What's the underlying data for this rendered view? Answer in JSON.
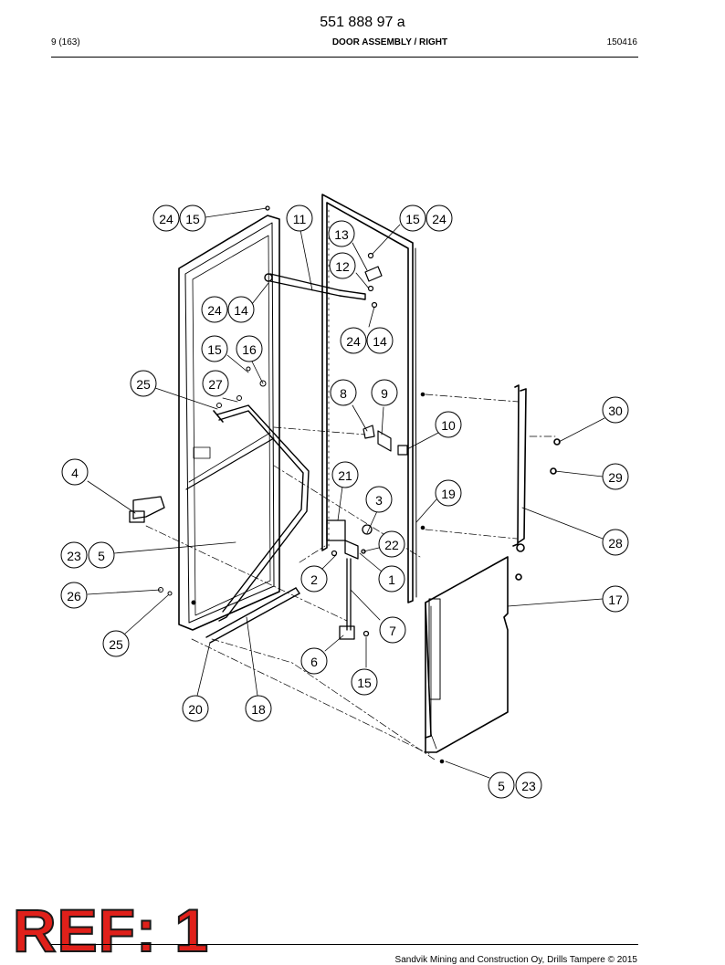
{
  "header": {
    "doc_number": "551 888 97 a",
    "page": "9 (163)",
    "title": "DOOR ASSEMBLY / RIGHT",
    "code": "150416"
  },
  "diagram": {
    "callouts": [
      {
        "id": "c-24a",
        "label": "24"
      },
      {
        "id": "c-15a",
        "label": "15"
      },
      {
        "id": "c-11",
        "label": "11"
      },
      {
        "id": "c-15b",
        "label": "15"
      },
      {
        "id": "c-24b",
        "label": "24"
      },
      {
        "id": "c-13",
        "label": "13"
      },
      {
        "id": "c-12",
        "label": "12"
      },
      {
        "id": "c-24c",
        "label": "24"
      },
      {
        "id": "c-14a",
        "label": "14"
      },
      {
        "id": "c-24d",
        "label": "24"
      },
      {
        "id": "c-14b",
        "label": "14"
      },
      {
        "id": "c-15c",
        "label": "15"
      },
      {
        "id": "c-16",
        "label": "16"
      },
      {
        "id": "c-25a",
        "label": "25"
      },
      {
        "id": "c-27",
        "label": "27"
      },
      {
        "id": "c-8",
        "label": "8"
      },
      {
        "id": "c-9",
        "label": "9"
      },
      {
        "id": "c-30",
        "label": "30"
      },
      {
        "id": "c-10",
        "label": "10"
      },
      {
        "id": "c-4",
        "label": "4"
      },
      {
        "id": "c-21",
        "label": "21"
      },
      {
        "id": "c-29",
        "label": "29"
      },
      {
        "id": "c-3",
        "label": "3"
      },
      {
        "id": "c-19",
        "label": "19"
      },
      {
        "id": "c-22",
        "label": "22"
      },
      {
        "id": "c-28",
        "label": "28"
      },
      {
        "id": "c-23a",
        "label": "23"
      },
      {
        "id": "c-5a",
        "label": "5"
      },
      {
        "id": "c-2",
        "label": "2"
      },
      {
        "id": "c-1",
        "label": "1"
      },
      {
        "id": "c-26",
        "label": "26"
      },
      {
        "id": "c-17",
        "label": "17"
      },
      {
        "id": "c-7",
        "label": "7"
      },
      {
        "id": "c-25b",
        "label": "25"
      },
      {
        "id": "c-6",
        "label": "6"
      },
      {
        "id": "c-15d",
        "label": "15"
      },
      {
        "id": "c-20",
        "label": "20"
      },
      {
        "id": "c-18",
        "label": "18"
      },
      {
        "id": "c-5b",
        "label": "5"
      },
      {
        "id": "c-23b",
        "label": "23"
      }
    ]
  },
  "stamp": {
    "text": "REF: 1"
  },
  "footer": {
    "text": "Sandvik Mining and Construction Oy, Drills Tampere © 2015"
  }
}
